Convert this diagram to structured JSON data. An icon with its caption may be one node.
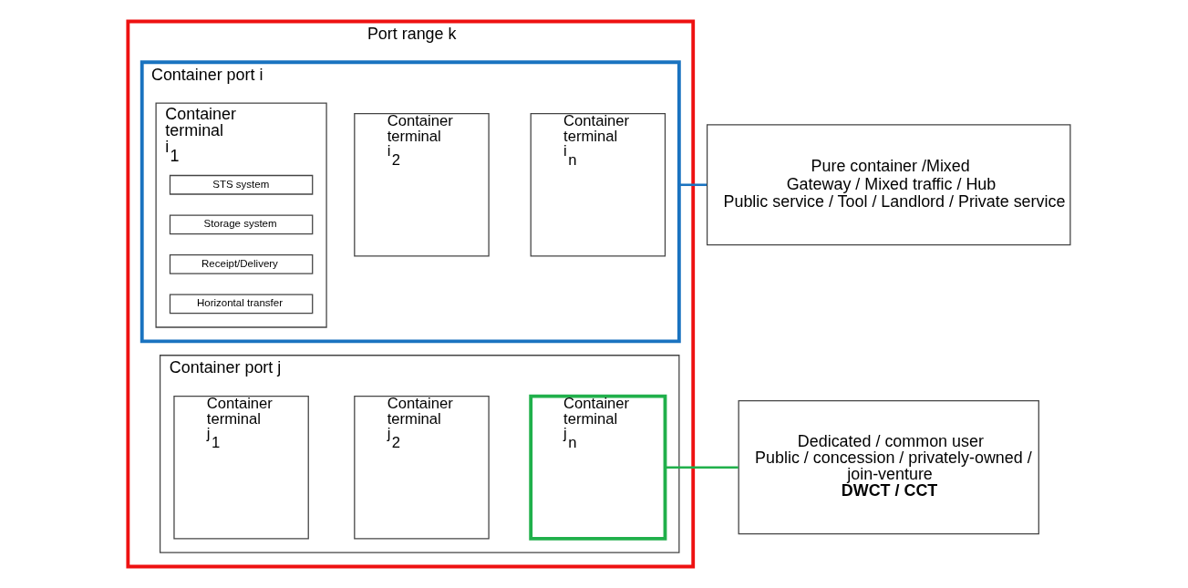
{
  "diagram": {
    "nodes": [
      {
        "text": [
          "Port range k"
        ]
      },
      {
        "text": [
          "Container port i"
        ],
        "in": 0
      },
      {
        "text": [
          "Container terminal i$_{1}$"
        ],
        "in": 1
      },
      {
        "text": [
          "STS system"
        ],
        "in": 2
      },
      {
        "text": [
          "Storage system"
        ],
        "in": 2
      },
      {
        "text": [
          "Receipt/Delivery"
        ],
        "in": 2
      },
      {
        "text": [
          "Horizontal transfer"
        ],
        "in": 2
      },
      {
        "text": [
          "Container terminal i$_{2}$"
        ],
        "in": 1
      },
      {
        "text": [
          "Container terminal i$_{n}$"
        ],
        "in": 1
      },
      {
        "text": [
          "Container port j"
        ],
        "in": 0
      },
      {
        "text": [
          "Container terminal j$_{1}$"
        ],
        "in": 9
      },
      {
        "text": [
          "Container terminal j$_{2}$"
        ],
        "in": 9
      },
      {
        "text": [
          "Container terminal j$_{n}$"
        ],
        "in": 9
      },
      {
        "text": [
          "Pure container /Mixed",
          "Gateway / Mixed traffic / Hub",
          "Public service / Tool / Landlord / Private service"
        ]
      },
      {
        "text": [
          "Dedicated / common user",
          "Public / concession / privately-owned / join-venture",
          "**DWCT / CCT**"
        ]
      }
    ],
    "edges": [
      {
        "from": 1,
        "to": 13,
        "arrow": "none",
        "color": "#1a73c0"
      },
      {
        "from": 12,
        "to": 14,
        "arrow": "none",
        "color": "#20b04b"
      }
    ]
  }
}
